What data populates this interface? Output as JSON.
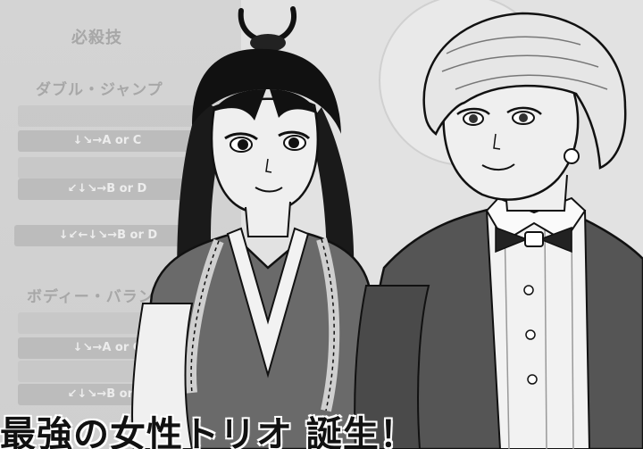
{
  "background": {
    "headings": [
      "必殺技",
      "ダブル・ジャンプ",
      "ボディー・バランス"
    ],
    "command_pills": [
      "↓↘→A or C",
      "↙↓↘→B or D",
      "↓↙←↓↘→B or D",
      "↓↘→A or C",
      "↙↓↘→B or D"
    ],
    "faint_pills": [
      "",
      "",
      "",
      ""
    ]
  },
  "caption": {
    "text": "最強の女性トリオ 誕生！"
  },
  "colors": {
    "paper": "#e2e2e2",
    "ink": "#111111",
    "skin_tone": "#eeeeee",
    "robe_gray": "#6a6a6a",
    "pill_gray": "#b9b9b9"
  }
}
